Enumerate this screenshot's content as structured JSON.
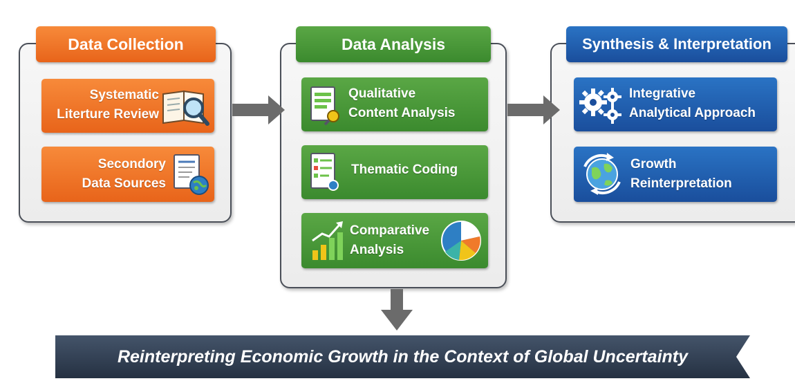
{
  "columns": {
    "collection": {
      "title": "Data Collection",
      "items": [
        {
          "line1": "Systematic",
          "line2": "Literture Review"
        },
        {
          "line1": "Secondory",
          "line2": "Data Sources"
        }
      ]
    },
    "analysis": {
      "title": "Data Analysis",
      "items": [
        {
          "line1": "Qualitative",
          "line2": "Content Analysis"
        },
        {
          "line1": "Thematic Coding",
          "line2": ""
        },
        {
          "line1": "Comparative",
          "line2": "Analysis"
        }
      ]
    },
    "synthesis": {
      "title": "Synthesis & Interpretation",
      "items": [
        {
          "line1": "Integrative",
          "line2": "Analytical Approach"
        },
        {
          "line1": "Growth",
          "line2": "Reinterpretation"
        }
      ]
    }
  },
  "banner": {
    "text": "Reinterpreting Economic Growth in the Context of Global Uncertainty"
  },
  "colors": {
    "orange": "#e8641a",
    "green": "#3b8a2e",
    "blue": "#1a4e9c",
    "banner": "#2f3b4c",
    "arrow": "#6b6b6b"
  },
  "icons": [
    "book-magnifier-icon",
    "document-globe-icon",
    "document-chart-icon",
    "checklist-icon",
    "bar-chart-trend-icon",
    "pie-chart-icon",
    "gears-icon",
    "globe-arrows-icon"
  ]
}
